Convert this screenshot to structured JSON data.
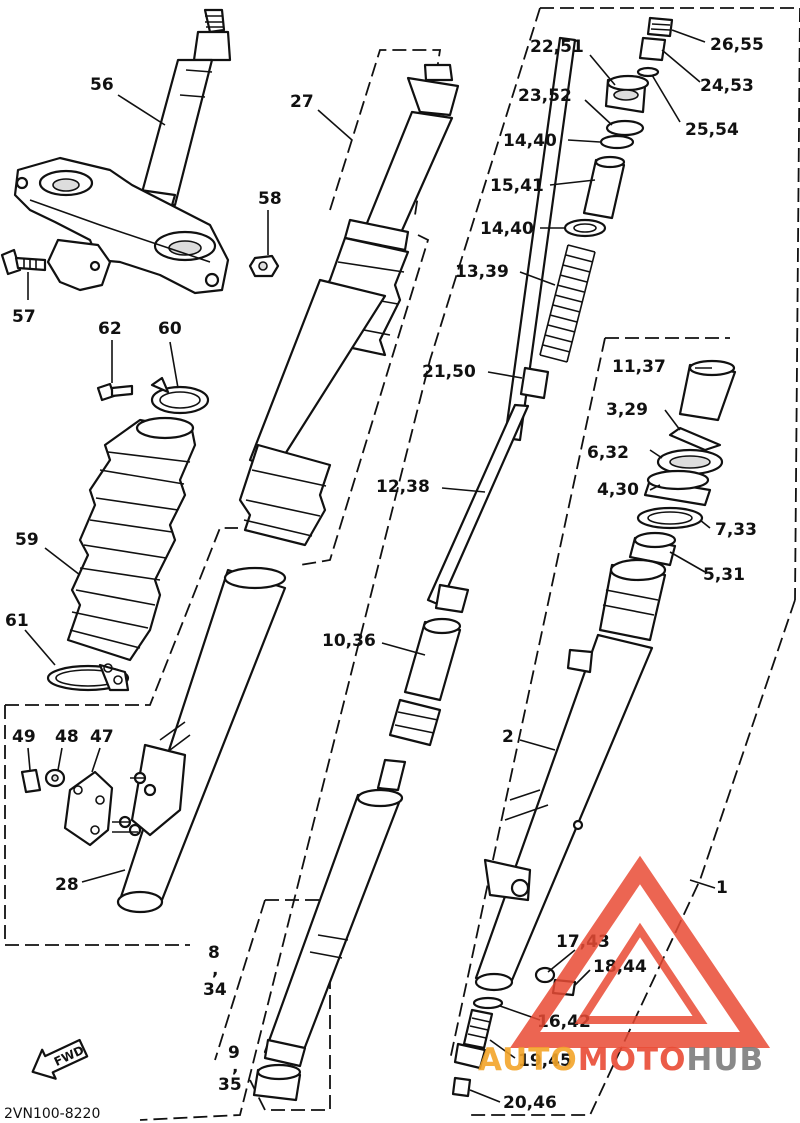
{
  "diagram_code": "2VN100-8220",
  "fwd_label": "FWD",
  "watermark": {
    "text_auto": "AUTO",
    "text_moto": "MOTO",
    "text_hub": "HUB",
    "color_auto": "#f3a52a",
    "color_moto": "#e94b35",
    "color_hub": "#7d7d7d",
    "triangle_color": "#e94b35"
  },
  "callouts": {
    "c56": "56",
    "c27": "27",
    "c58": "58",
    "c57": "57",
    "c62": "62",
    "c60": "60",
    "c59": "59",
    "c61": "61",
    "c49": "49",
    "c48": "48",
    "c47": "47",
    "c28": "28",
    "c8": "8",
    "c8sep": ",",
    "c34": "34",
    "c9": "9",
    "c9sep": ",",
    "c35": "35",
    "c22_51": "22,51",
    "c23_52": "23,52",
    "c14_40a": "14,40",
    "c15_41": "15,41",
    "c14_40b": "14,40",
    "c13_39": "13,39",
    "c21_50": "21,50",
    "c12_38": "12,38",
    "c10_36": "10,36",
    "c26_55": "26,55",
    "c24_53": "24,53",
    "c25_54": "25,54",
    "c11_37": "11,37",
    "c3_29": "3,29",
    "c6_32": "6,32",
    "c4_30": "4,30",
    "c7_33": "7,33",
    "c5_31": "5,31",
    "c2": "2",
    "c1": "1",
    "c17_43": "17,43",
    "c18_44": "18,44",
    "c16_42": "16,42",
    "c19_45": "19,45",
    "c20_46": "20,46"
  }
}
